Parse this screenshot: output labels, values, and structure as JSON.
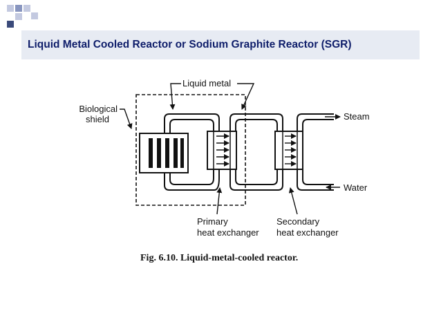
{
  "slide": {
    "title": "Liquid Metal Cooled Reactor or Sodium Graphite Reactor (SGR)"
  },
  "diagram": {
    "labels": {
      "liquid_metal": "Liquid metal",
      "biological_1": "Biological",
      "biological_2": "shield",
      "steam": "Steam",
      "water": "Water",
      "primary_1": "Primary",
      "primary_2": "heat exchanger",
      "secondary_1": "Secondary",
      "secondary_2": "heat exchanger"
    },
    "caption": "Fig. 6.10. Liquid-metal-cooled reactor."
  },
  "colors": {
    "title_text": "#0e1d6a",
    "title_bar": "#e7ebf3",
    "deco_dark": "#3a4a7a",
    "deco_mid": "#8895bf",
    "deco_light": "#c3c9e0"
  }
}
